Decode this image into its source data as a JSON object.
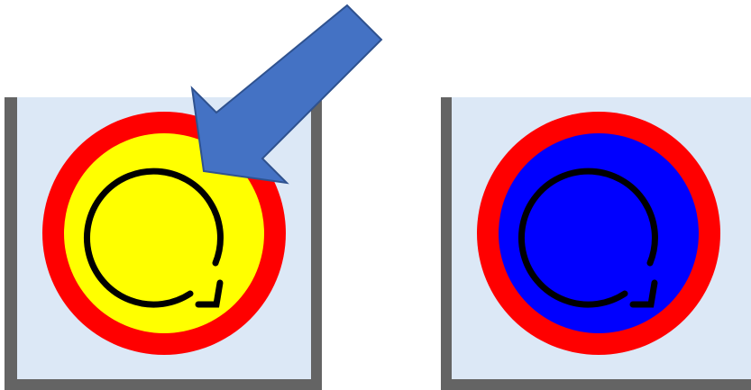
{
  "buttons": [
    {
      "icon": "refresh-icon",
      "state": "highlighted",
      "colors": {
        "panel": "#dce8f6",
        "frame": "#646464",
        "ring": "#ff0000",
        "fill": "#ffff00",
        "glyph": "#000000"
      }
    },
    {
      "icon": "refresh-icon",
      "state": "normal",
      "colors": {
        "panel": "#dce8f6",
        "frame": "#646464",
        "ring": "#ff0000",
        "fill": "#0000ff",
        "glyph": "#000000"
      }
    }
  ],
  "pointer": {
    "icon": "arrow-pointer-icon",
    "color": "#4472c4",
    "outline": "#2f528f",
    "target": "refresh-button-left"
  }
}
